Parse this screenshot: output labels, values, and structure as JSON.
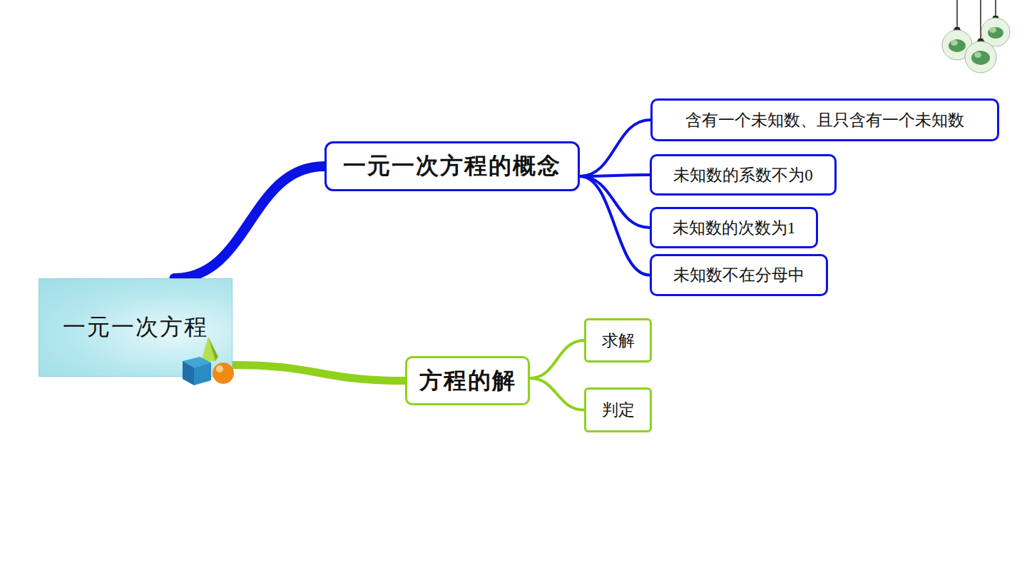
{
  "diagram": {
    "nodes": [
      {
        "text": [
          "一元一次方程"
        ]
      },
      {
        "text": [
          "一元一次方程的概念"
        ]
      },
      {
        "text": [
          "含有一个未知数、且只含有一个未知数"
        ]
      },
      {
        "text": [
          "未知数的系数不为0"
        ]
      },
      {
        "text": [
          "未知数的次数为1"
        ]
      },
      {
        "text": [
          "未知数不在分母中"
        ]
      },
      {
        "text": [
          "方程的解"
        ]
      },
      {
        "text": [
          "求解"
        ]
      },
      {
        "text": [
          "判定"
        ]
      }
    ],
    "edges": [
      {
        "from": 0,
        "to": 1,
        "arrow": "none"
      },
      {
        "from": 1,
        "to": 2,
        "arrow": "none"
      },
      {
        "from": 1,
        "to": 3,
        "arrow": "none"
      },
      {
        "from": 1,
        "to": 4,
        "arrow": "none"
      },
      {
        "from": 1,
        "to": 5,
        "arrow": "none"
      },
      {
        "from": 0,
        "to": 6,
        "arrow": "none"
      },
      {
        "from": 6,
        "to": 7,
        "arrow": "none"
      },
      {
        "from": 6,
        "to": 8,
        "arrow": "none"
      }
    ]
  }
}
